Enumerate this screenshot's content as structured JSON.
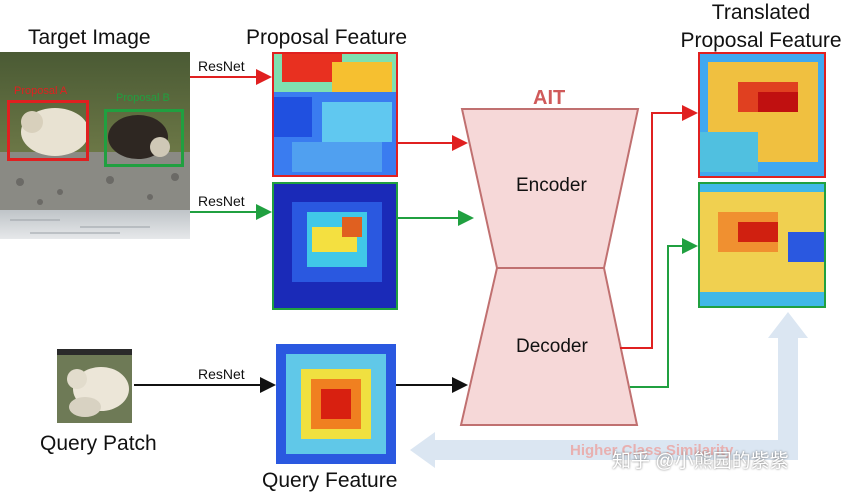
{
  "labels": {
    "target_image": "Target Image",
    "proposal_feature": "Proposal Feature",
    "translated_line1": "Translated",
    "translated_line2": "Proposal Feature",
    "resnet_top": "ResNet",
    "resnet_mid": "ResNet",
    "resnet_bottom": "ResNet",
    "proposal_a": "Proposal A",
    "proposal_b": "Proposal B",
    "ait": "AIT",
    "encoder": "Encoder",
    "decoder": "Decoder",
    "query_patch": "Query Patch",
    "query_feature": "Query Feature",
    "similarity": "Higher Class Similarity",
    "watermark": "知乎 @小熊园的紫紫"
  },
  "colors": {
    "red": "#e02020",
    "green": "#20a040",
    "ait_fill": "#f6d8d8",
    "ait_stroke": "#c07070",
    "ait_title": "#d05a5a",
    "similarity_arrow": "#dbe6f2"
  }
}
